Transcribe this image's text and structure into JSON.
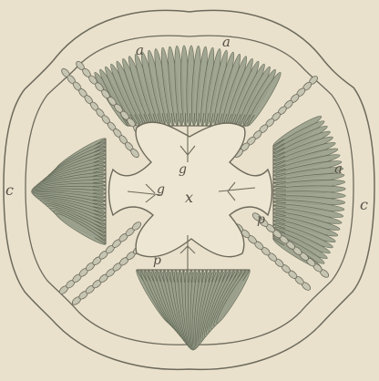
{
  "figure": {
    "colors": {
      "paper": "#e9e1cc",
      "ink": "#6d6a5c",
      "lamella_fill": "#9aa08c",
      "lamella_stroke": "#5e6553",
      "chain_fill": "#c6c5b2",
      "label": "#555046"
    },
    "labels": {
      "a_top_left": "a",
      "a_top_right": "a",
      "a_right": "a",
      "c_left": "c",
      "c_right": "c",
      "g_upper": "g",
      "g_left": "g",
      "x_center": "x",
      "p_right": "p",
      "p_lower": "p"
    }
  }
}
